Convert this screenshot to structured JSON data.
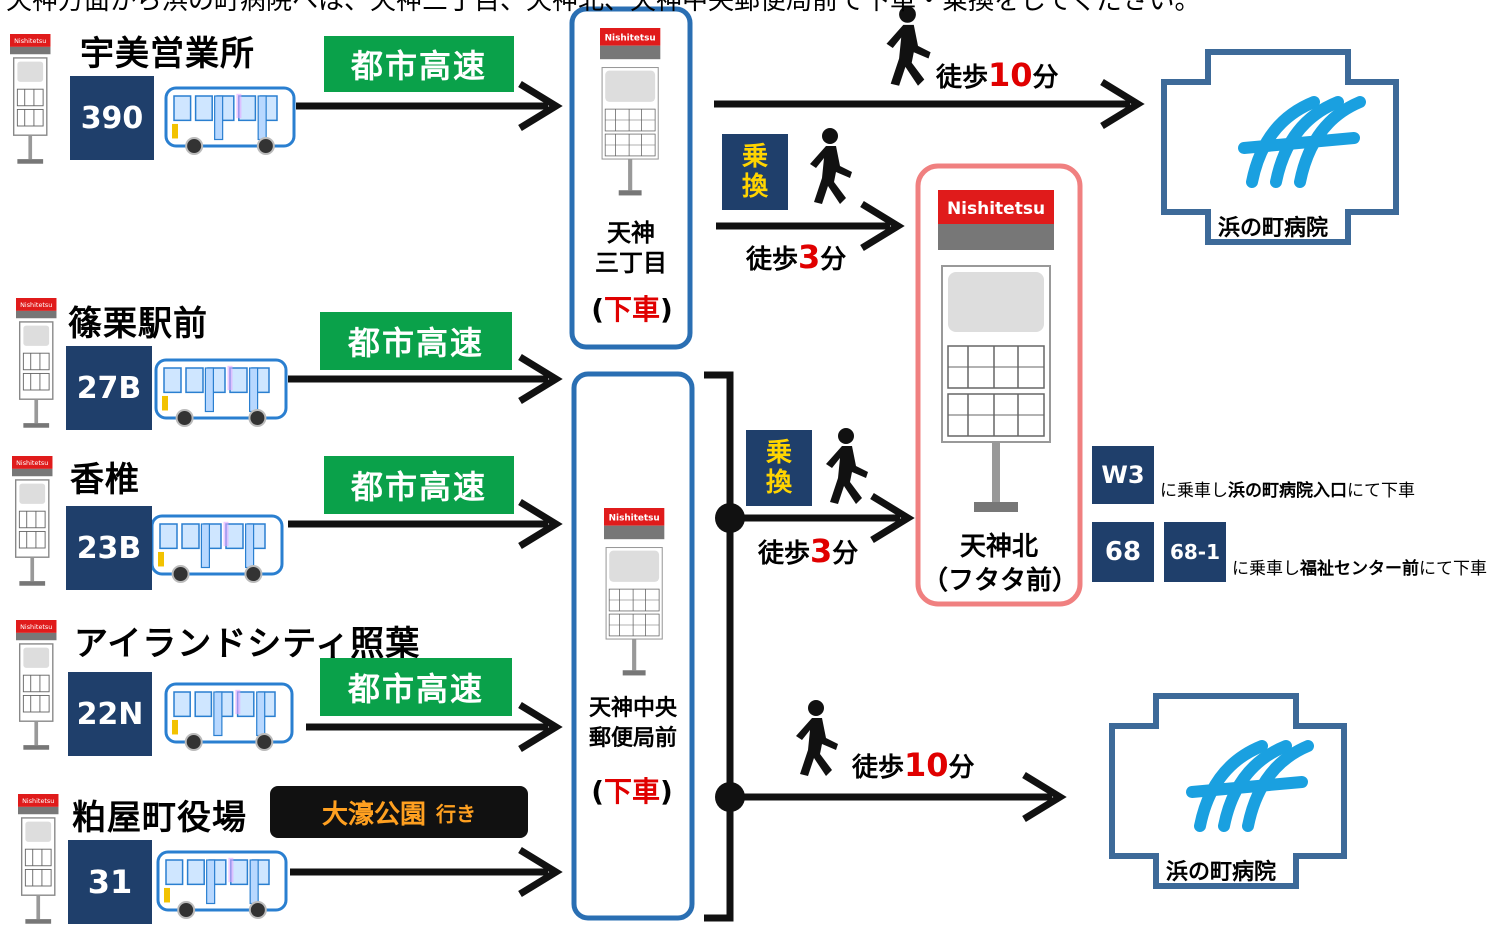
{
  "header": {
    "text": "天神方面から浜の町病院へは、天神三丁目、天神北、天神中央郵便局前で下車・乗換をしてください。"
  },
  "flag_text": "Nishitetsu",
  "routes": [
    {
      "stop": "宇美営業所",
      "number": "390",
      "badge": "都市高速"
    },
    {
      "stop": "篠栗駅前",
      "number": "27B",
      "badge": "都市高速"
    },
    {
      "stop": "香椎",
      "number": "23B",
      "badge": "都市高速"
    },
    {
      "stop": "アイランドシティ照葉",
      "number": "22N",
      "badge": "都市高速"
    },
    {
      "stop": "粕屋町役場",
      "number": "31",
      "badge_dest": "大濠公園",
      "badge_suffix": "行き"
    }
  ],
  "stops": {
    "sanchome": {
      "line1": "天神",
      "line2": "三丁目",
      "alight": "(下車)",
      "alight_open": "(",
      "alight_word": "下車",
      "alight_close": ")"
    },
    "yubinkyoku": {
      "line1": "天神中央",
      "line2": "郵便局前",
      "alight_open": "(",
      "alight_word": "下車",
      "alight_close": ")"
    },
    "kita": {
      "line1": "天神北",
      "line2": "（フタタ前）"
    }
  },
  "walks": {
    "top": {
      "prefix": "徒歩",
      "num": "10",
      "suffix": "分"
    },
    "transfer_top": {
      "prefix": "徒歩",
      "num": "3",
      "suffix": "分"
    },
    "transfer_mid": {
      "prefix": "徒歩",
      "num": "3",
      "suffix": "分"
    },
    "bottom": {
      "prefix": "徒歩",
      "num": "10",
      "suffix": "分"
    }
  },
  "transfer_label": {
    "line1": "乗",
    "line2": "換"
  },
  "hospital": {
    "name": "浜の町病院"
  },
  "notes": {
    "w3": {
      "route": "W3",
      "pre": "に乗車し",
      "stop": "浜の町病院入口",
      "post": "にて下車"
    },
    "r68": {
      "route1": "68",
      "route2": "68-1",
      "pre": "に乗車し",
      "stop": "福祉センター前",
      "post": "にて下車"
    }
  },
  "colors": {
    "route_box": "#1f3f6b",
    "express_badge": "#0aa14a",
    "stop_outline_blue": "#2a6fb3",
    "stop_outline_pink": "#f08080",
    "walk_number": "#e00000",
    "transfer_text": "#ffd400",
    "hospital_logo": "#1aa0e0",
    "hospital_frame": "#3d6a99",
    "bus_body": "#2a7fd0",
    "flag_red": "#e01b1b"
  }
}
